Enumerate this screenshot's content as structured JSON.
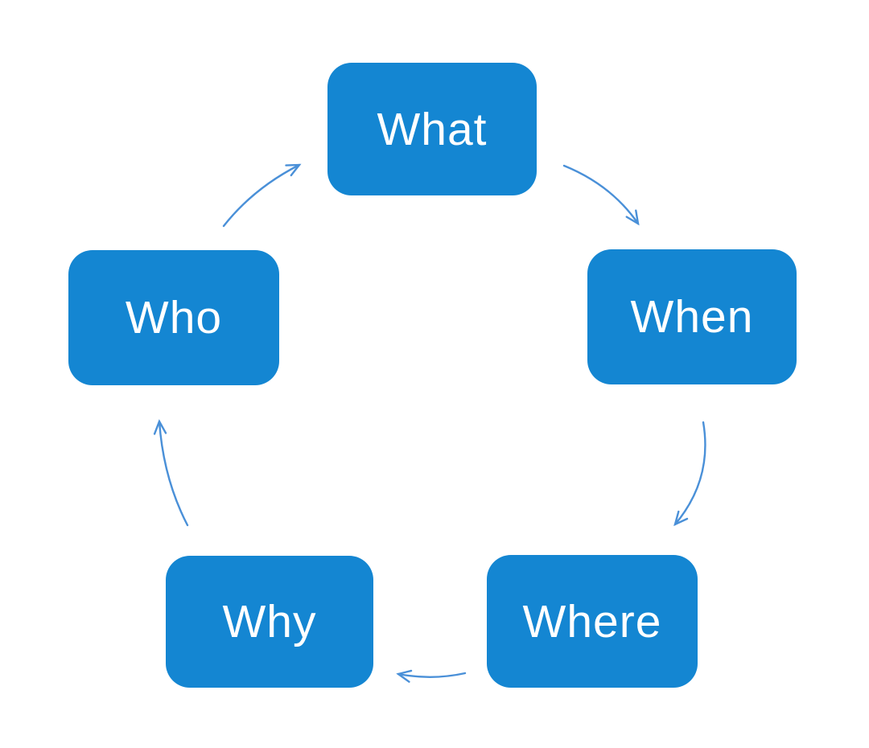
{
  "diagram": {
    "type": "cycle",
    "background_color": "#ffffff",
    "node_fill_color": "#1486d2",
    "node_text_color": "#ffffff",
    "arrow_color": "#4a90d8",
    "nodes": [
      {
        "id": "what",
        "label": "What"
      },
      {
        "id": "when",
        "label": "When"
      },
      {
        "id": "where",
        "label": "Where"
      },
      {
        "id": "why",
        "label": "Why"
      },
      {
        "id": "who",
        "label": "Who"
      }
    ],
    "flow_order": [
      {
        "from": "What",
        "to": "When"
      },
      {
        "from": "When",
        "to": "Where"
      },
      {
        "from": "Where",
        "to": "Why"
      },
      {
        "from": "Why",
        "to": "Who"
      },
      {
        "from": "Who",
        "to": "What"
      }
    ]
  }
}
